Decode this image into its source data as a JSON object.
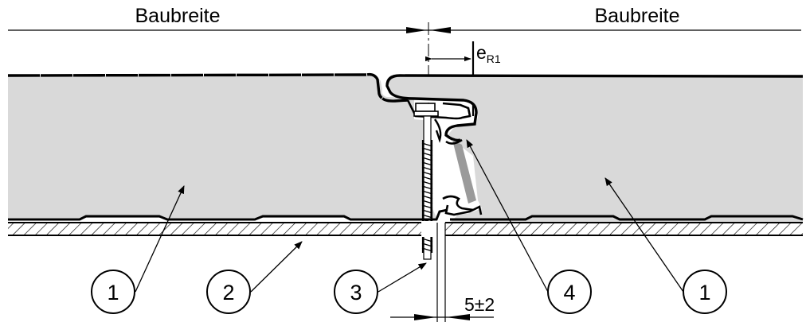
{
  "labels": {
    "width_left": "Baubreite",
    "width_right": "Baubreite",
    "edge_distance": "e",
    "edge_distance_sub": "R1",
    "joint_gap": "5±2"
  },
  "callouts": [
    "1",
    "2",
    "3",
    "4",
    "1"
  ],
  "colors": {
    "panel_fill": "#d9d9d9",
    "line": "#000000",
    "clip": "#9a9a9a"
  }
}
